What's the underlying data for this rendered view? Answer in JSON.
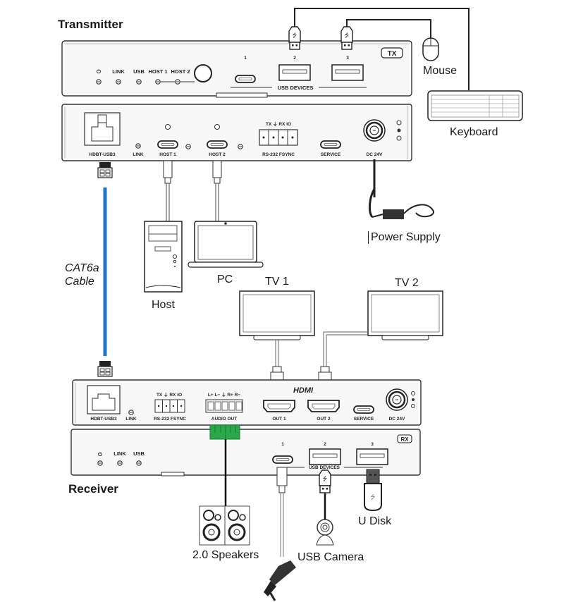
{
  "titles": {
    "transmitter": "Transmitter",
    "receiver": "Receiver"
  },
  "cable": {
    "label_line1": "CAT6a",
    "label_line2": "Cable",
    "color": "#1f73c9"
  },
  "transmitter": {
    "badge": "TX",
    "front": {
      "leds": [
        "⏻",
        "LINK",
        "USB",
        "HOST 1",
        "HOST 2"
      ],
      "usb_port_numbers": [
        "1",
        "2",
        "3"
      ],
      "usb_group_label": "USB DEVICES"
    },
    "rear": {
      "ports": [
        "HDBT-USB3",
        "LINK",
        "HOST 1",
        "HOST 2",
        "RS-232 FSYNC",
        "SERVICE",
        "DC 24V"
      ],
      "terminal_pins": "TX ⏚ RX IO"
    }
  },
  "receiver": {
    "badge": "RX",
    "rear": {
      "ports": [
        "HDBT-USB3",
        "LINK",
        "RS-232 FSYNC",
        "AUDIO OUT",
        "OUT 1",
        "OUT 2",
        "SERVICE",
        "DC 24V"
      ],
      "terminal_pins": "TX ⏚ RX IO",
      "audio_pins": "L+ L− ⏚ R+ R−",
      "hdmi_logo": "HDMI"
    },
    "front": {
      "leds": [
        "⏻",
        "LINK",
        "USB"
      ],
      "usb_port_numbers": [
        "1",
        "2",
        "3"
      ],
      "usb_group_label": "USB DEVICES"
    }
  },
  "devices": {
    "mouse": "Mouse",
    "keyboard": "Keyboard",
    "power_supply": "Power Supply",
    "host": "Host",
    "pc": "PC",
    "tv1": "TV 1",
    "tv2": "TV 2",
    "u_disk": "U Disk",
    "speakers": "2.0 Speakers",
    "usb_camera": "USB Camera"
  },
  "colors": {
    "terminal_green": "#2aa84a",
    "line": "#222222",
    "panel": "#f7f7f7"
  }
}
